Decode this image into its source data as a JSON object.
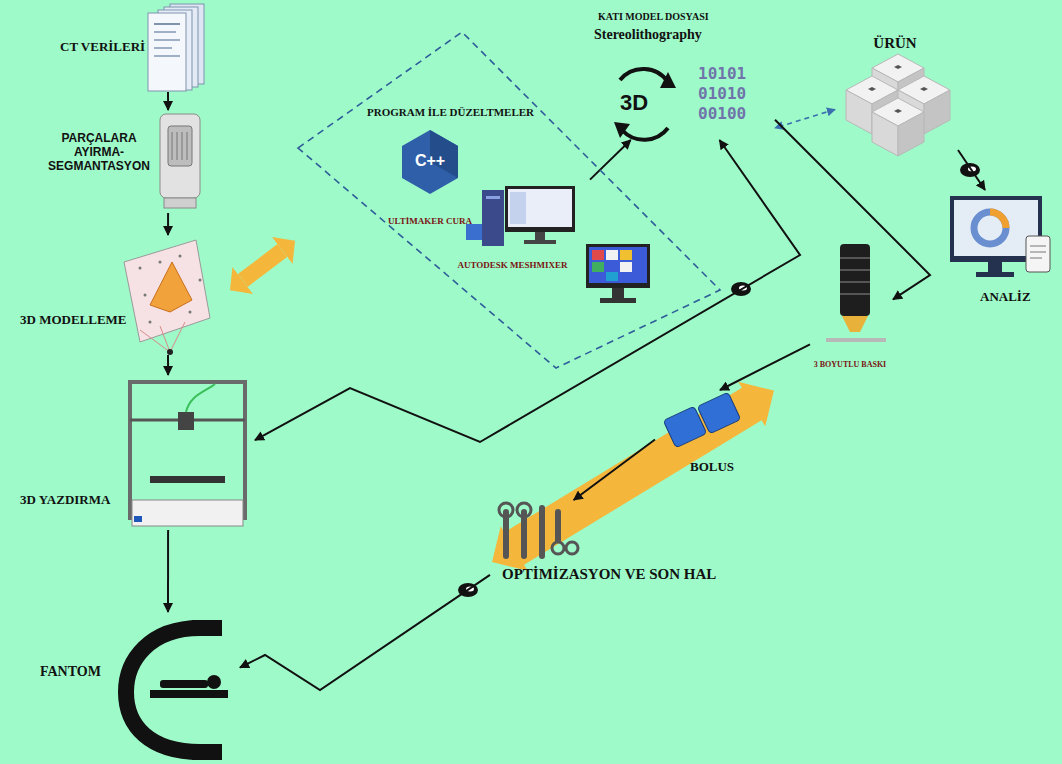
{
  "diagram": {
    "nodes": [
      {
        "text": [
          "CT VERİLERİ"
        ]
      },
      {
        "text": [
          "PARÇALARA AYIRMA- SEGMANTASYON"
        ]
      },
      {
        "text": [
          "3D MODELLEME"
        ]
      },
      {
        "text": [
          "3D YAZDIRMA"
        ]
      },
      {
        "text": [
          "FANTOM"
        ]
      },
      {
        "text": [
          "PROGRAM İLE DÜZELTMELER"
        ]
      },
      {
        "text": [
          "ULTİMAKER CURA"
        ],
        "in": 5
      },
      {
        "text": [
          "AUTODESK MESHMIXER"
        ],
        "in": 5
      },
      {
        "text": [
          "KATI MODEL DOSYASI",
          "Stereolithography"
        ]
      },
      {
        "text": [
          "ÜRÜN"
        ]
      },
      {
        "text": [
          "ANALİZ"
        ]
      },
      {
        "text": [
          "3 BOYUTLU BASKI"
        ]
      },
      {
        "text": [
          "BOLUS"
        ]
      },
      {
        "text": [
          "OPTİMİZASYON VE SON HAL"
        ]
      }
    ],
    "edges": [
      {
        "from": 0,
        "to": 1,
        "arrow": "to"
      },
      {
        "from": 1,
        "to": 2,
        "arrow": "to"
      },
      {
        "from": 2,
        "to": 3,
        "arrow": "to"
      },
      {
        "from": 3,
        "to": 4,
        "arrow": "to"
      },
      {
        "from": 2,
        "to": 5,
        "arrow": "both"
      },
      {
        "from": 5,
        "to": 8,
        "arrow": "to"
      },
      {
        "from": 9,
        "to": 8,
        "arrow": "both"
      },
      {
        "from": 9,
        "to": 10,
        "arrow": "to"
      },
      {
        "from": 8,
        "to": 11,
        "arrow": "to"
      },
      {
        "from": 8,
        "to": 3,
        "arrow": "both"
      },
      {
        "from": 11,
        "to": 12,
        "arrow": "to"
      },
      {
        "from": 12,
        "to": 13,
        "arrow": "to"
      },
      {
        "from": 13,
        "to": 4,
        "arrow": "to"
      }
    ],
    "labels": [
      "C++",
      "3D",
      "10101",
      "01010",
      "00100"
    ]
  }
}
